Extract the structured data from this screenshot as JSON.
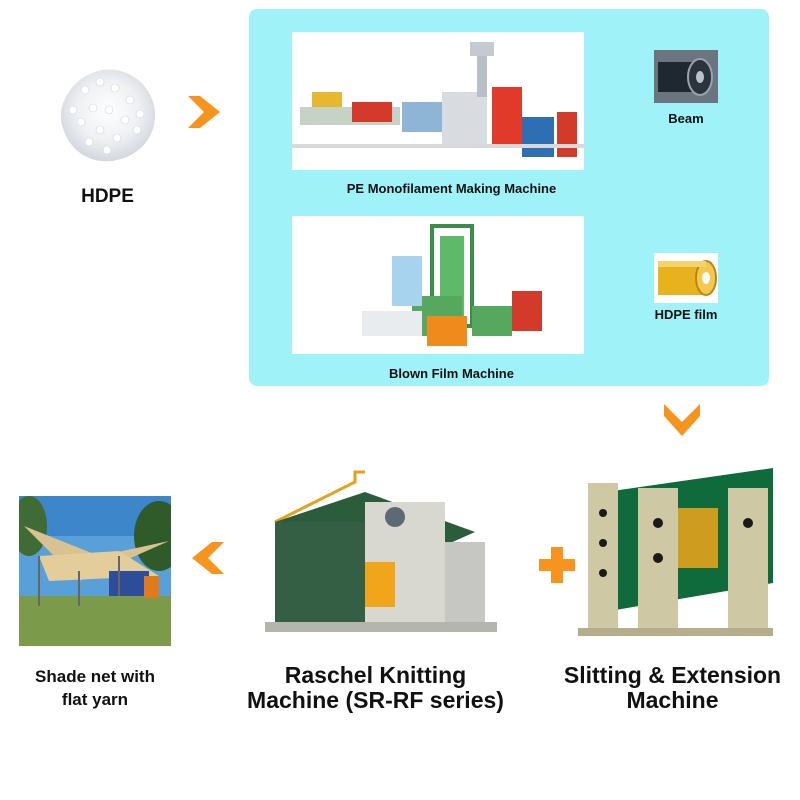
{
  "raw_material": {
    "label": "HDPE"
  },
  "process_panel": {
    "monofilament_machine": {
      "label": "PE Monofilament Making Machine"
    },
    "blown_film_machine": {
      "label": "Blown Film Machine"
    },
    "beam": {
      "label": "Beam"
    },
    "hdpe_film": {
      "label": "HDPE film"
    }
  },
  "slitting_machine": {
    "label_line1": "Slitting & Extension",
    "label_line2": "Machine"
  },
  "raschel_machine": {
    "label_line1": "Raschel Knitting",
    "label_line2": "Machine (SR-RF series)"
  },
  "product": {
    "label_line1": "Shade net with",
    "label_line2": "flat yarn"
  },
  "colors": {
    "arrow": "#f7941d",
    "panel": "#9ff2f8"
  },
  "icons": [
    "arrow-right-icon",
    "arrow-down-icon",
    "plus-icon",
    "arrow-left-icon"
  ]
}
